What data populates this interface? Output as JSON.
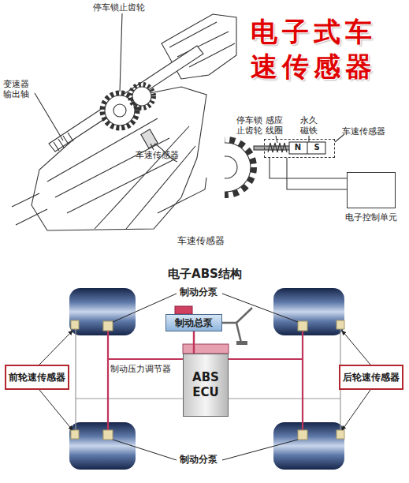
{
  "diagram": {
    "title": "电子式车 速传感器",
    "caption": "车速传感器",
    "nodes": [
      {
        "text": [
          "车速传感器"
        ]
      },
      {
        "text": [
          "电子控制单元"
        ]
      },
      {
        "text": [
          "制动总泵"
        ]
      },
      {
        "text": [
          "前轮速传感器"
        ]
      },
      {
        "text": [
          "ABS ECU"
        ]
      },
      {
        "text": [
          "后轮速传感器"
        ]
      }
    ],
    "edges": [
      {
        "from": 0,
        "to": 1,
        "arrow": "none"
      },
      {
        "from": 0,
        "to": 1,
        "arrow": "none"
      },
      {
        "from": 2,
        "to": 4,
        "arrow": "none"
      }
    ],
    "labels": [
      "停车锁止齿轮",
      "变速器 输出轴",
      "车速传感器",
      "停车锁 止齿轮",
      "感应 线圈",
      "永久 磁铁",
      "N",
      "S",
      "电子ABS结构",
      "制动分泵",
      "制动压力调节器",
      "制动分泵"
    ]
  }
}
